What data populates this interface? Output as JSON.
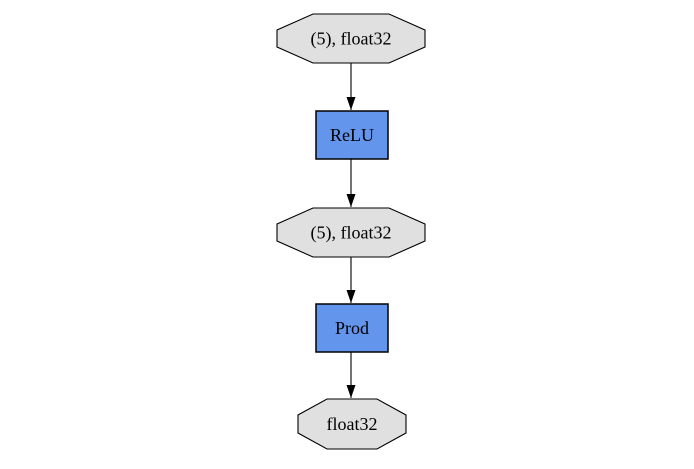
{
  "diagram": {
    "kind": "computational-graph",
    "colors": {
      "background": "#ffffff",
      "variable_fill": "#e0e0e0",
      "function_fill": "#6495ed",
      "border": "#000000",
      "edge": "#000000"
    },
    "nodes": [
      {
        "id": "var-input",
        "shape": "octagon",
        "label": "(5), float32"
      },
      {
        "id": "func-relu",
        "shape": "rect",
        "label": "ReLU"
      },
      {
        "id": "var-hidden",
        "shape": "octagon",
        "label": "(5), float32"
      },
      {
        "id": "func-prod",
        "shape": "rect",
        "label": "Prod"
      },
      {
        "id": "var-output",
        "shape": "octagon",
        "label": "float32"
      }
    ],
    "edges": [
      {
        "from": "var-input",
        "to": "func-relu"
      },
      {
        "from": "func-relu",
        "to": "var-hidden"
      },
      {
        "from": "var-hidden",
        "to": "func-prod"
      },
      {
        "from": "func-prod",
        "to": "var-output"
      }
    ]
  }
}
